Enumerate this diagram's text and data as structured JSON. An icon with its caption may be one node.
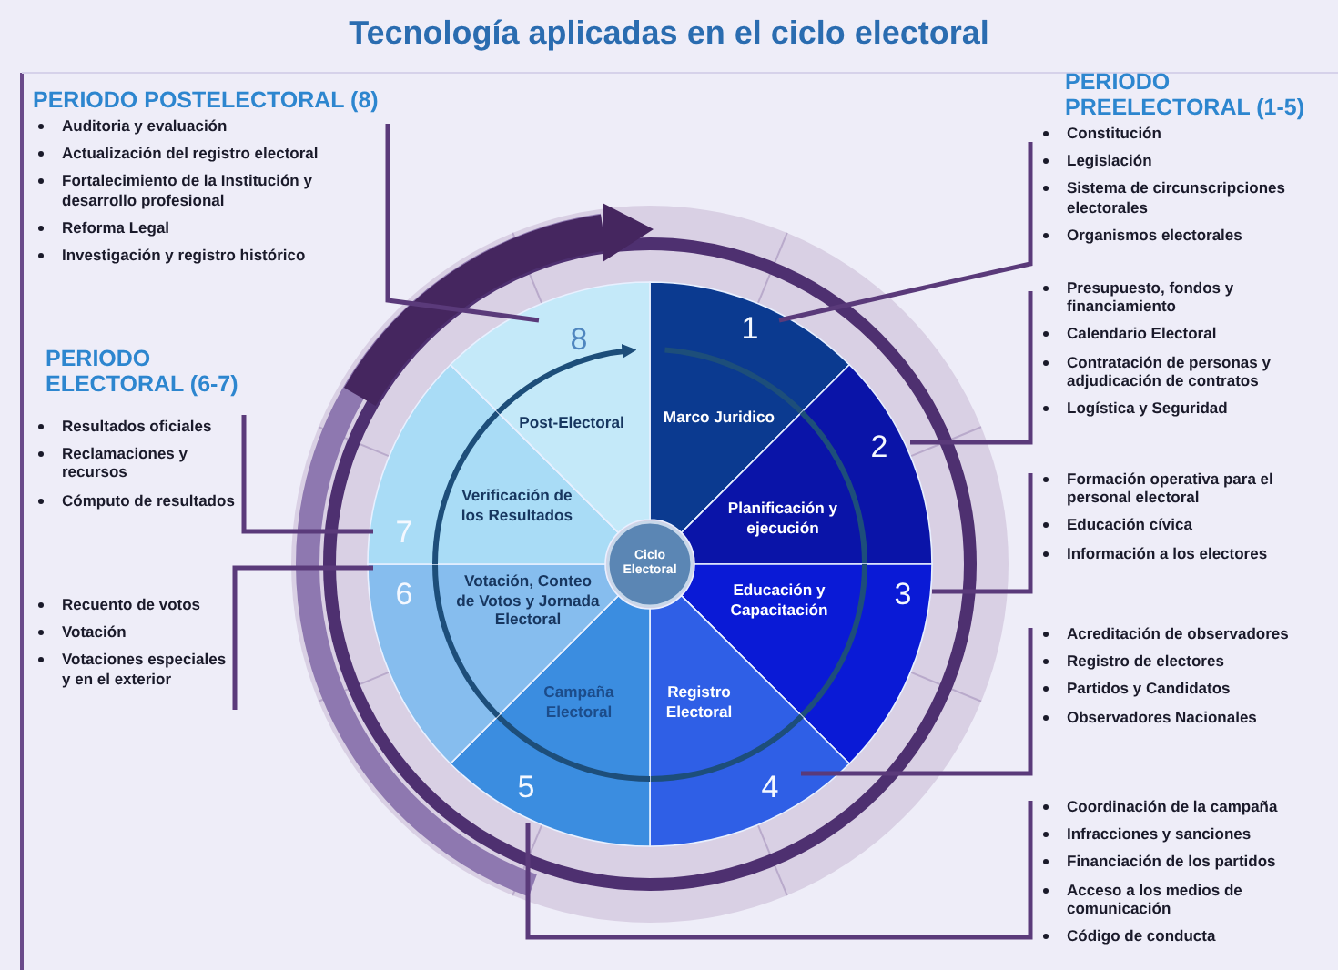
{
  "diagram": {
    "title": "Tecnología aplicadas en el ciclo electoral",
    "nodes": [
      {
        "text": [
          "1",
          "Marco Juridico"
        ]
      },
      {
        "text": [
          "2",
          "Planificación y ejecución"
        ]
      },
      {
        "text": [
          "Educación y Capacitación",
          "3"
        ]
      },
      {
        "text": [
          "Registro Electoral",
          "4"
        ]
      },
      {
        "text": [
          "Campaña Electoral",
          "5"
        ]
      },
      {
        "text": [
          "6",
          "Votación, Conteo de Votos y Jornada Electoral"
        ]
      },
      {
        "text": [
          "7",
          "Verificación de los Resultados"
        ]
      },
      {
        "text": [
          "8",
          "Post-Electoral"
        ]
      },
      {
        "text": [
          "Ciclo Electoral"
        ]
      },
      {
        "text": [
          "Auditoria y evaluación",
          "Actualización del registro electoral",
          "Fortalecimiento de la Institución y desarrollo profesional",
          "Reforma Legal",
          "Investigación y registro histórico"
        ]
      },
      {
        "text": [
          "Constitución",
          "Legislación",
          "Sistema de circunscripciones electorales",
          "Organismos electorales"
        ]
      },
      {
        "text": [
          "Presupuesto, fondos y financiamiento",
          "Calendario Electoral",
          "Contratación de personas y adjudicación de contratos",
          "Logística y Seguridad"
        ]
      },
      {
        "text": [
          "Formación operativa para el personal electoral",
          "Educación cívica",
          "Información a los electores"
        ]
      },
      {
        "text": [
          "Acreditación de observadores",
          "Registro de electores",
          "Partidos y Candidatos",
          "Observadores Nacionales"
        ]
      },
      {
        "text": [
          "Coordinación de la campaña",
          "Infracciones y sanciones",
          "Financiación de los partidos",
          "Acceso a los medios de comunicación",
          "Código de conducta"
        ]
      },
      {
        "text": [
          "Resultados oficiales",
          "Reclamaciones y recursos",
          "Cómputo de resultados"
        ]
      },
      {
        "text": [
          "Recuento de votos",
          "Votación",
          "Votaciones especiales y en el exterior"
        ]
      }
    ],
    "edges": [
      {
        "from": 9,
        "to": 7,
        "arrow": "none"
      },
      {
        "from": 10,
        "to": 0,
        "arrow": "none"
      },
      {
        "from": 11,
        "to": 1,
        "arrow": "none"
      },
      {
        "from": 12,
        "to": 2,
        "arrow": "none"
      },
      {
        "from": 13,
        "to": 3,
        "arrow": "none"
      },
      {
        "from": 14,
        "to": 4,
        "arrow": "none"
      },
      {
        "from": 15,
        "to": 6,
        "arrow": "none"
      },
      {
        "from": 16,
        "to": 5,
        "arrow": "none"
      }
    ],
    "labels": [
      "PERIODO POSTELECTORAL (8)",
      "PERIODO PREELECTORAL (1-5)",
      "PERIODO ELECTORAL (6-7)"
    ]
  }
}
